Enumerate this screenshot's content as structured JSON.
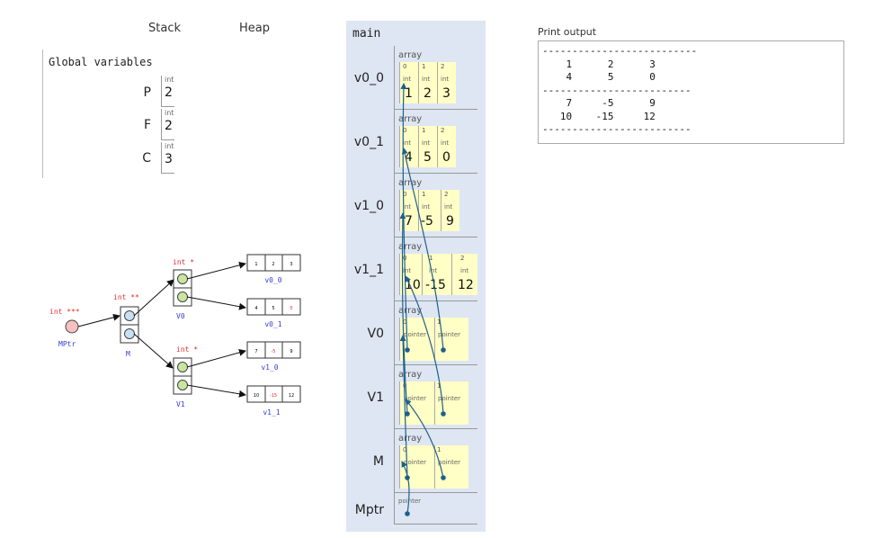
{
  "headers": {
    "stack": "Stack",
    "heap": "Heap",
    "print_output": "Print output"
  },
  "globals": {
    "title": "Global variables",
    "vars": [
      {
        "name": "P",
        "type": "int",
        "value": "2"
      },
      {
        "name": "F",
        "type": "int",
        "value": "2"
      },
      {
        "name": "C",
        "type": "int",
        "value": "3"
      }
    ]
  },
  "diagram": {
    "mptr": {
      "type": "int ***",
      "name": "MPtr"
    },
    "m": {
      "type": "int **",
      "name": "M"
    },
    "v0": {
      "type": "int *",
      "name": "V0"
    },
    "v1": {
      "type": "int *",
      "name": "V1"
    },
    "arrays": [
      {
        "name": "v0_0",
        "values": [
          "1",
          "2",
          "3"
        ]
      },
      {
        "name": "v0_1",
        "values": [
          "4",
          "5",
          "0"
        ]
      },
      {
        "name": "v1_0",
        "values": [
          "7",
          "-5",
          "9"
        ]
      },
      {
        "name": "v1_1",
        "values": [
          "10",
          "-15",
          "12"
        ]
      }
    ]
  },
  "main_frame": {
    "title": "main",
    "vars": [
      {
        "name": "v0_0",
        "label": "array",
        "cells": [
          {
            "idx": "0",
            "type": "int",
            "value": "1"
          },
          {
            "idx": "1",
            "type": "int",
            "value": "2"
          },
          {
            "idx": "2",
            "type": "int",
            "value": "3"
          }
        ]
      },
      {
        "name": "v0_1",
        "label": "array",
        "cells": [
          {
            "idx": "0",
            "type": "int",
            "value": "4"
          },
          {
            "idx": "1",
            "type": "int",
            "value": "5"
          },
          {
            "idx": "2",
            "type": "int",
            "value": "0"
          }
        ]
      },
      {
        "name": "v1_0",
        "label": "array",
        "cells": [
          {
            "idx": "0",
            "type": "int",
            "value": "7"
          },
          {
            "idx": "1",
            "type": "int",
            "value": "-5"
          },
          {
            "idx": "2",
            "type": "int",
            "value": "9"
          }
        ]
      },
      {
        "name": "v1_1",
        "label": "array",
        "cells": [
          {
            "idx": "0",
            "type": "int",
            "value": "10"
          },
          {
            "idx": "1",
            "type": "int",
            "value": "-15"
          },
          {
            "idx": "2",
            "type": "int",
            "value": "12"
          }
        ]
      },
      {
        "name": "V0",
        "label": "array",
        "cells": [
          {
            "idx": "0",
            "type": "pointer",
            "value": ""
          },
          {
            "idx": "1",
            "type": "pointer",
            "value": ""
          }
        ]
      },
      {
        "name": "V1",
        "label": "array",
        "cells": [
          {
            "idx": "0",
            "type": "pointer",
            "value": ""
          },
          {
            "idx": "1",
            "type": "pointer",
            "value": ""
          }
        ]
      },
      {
        "name": "M",
        "label": "array",
        "cells": [
          {
            "idx": "0",
            "type": "pointer",
            "value": ""
          },
          {
            "idx": "1",
            "type": "pointer",
            "value": ""
          }
        ]
      },
      {
        "name": "Mptr",
        "label": "",
        "cells": [
          {
            "idx": "",
            "type": "pointer",
            "value": ""
          }
        ]
      }
    ]
  },
  "output": {
    "lines": [
      "--------------------------",
      "    1      2      3",
      "    4      5      0",
      "-------------------------",
      "    7     -5      9",
      "   10    -15     12",
      "-------------------------"
    ]
  },
  "colors": {
    "frame_bg": "#dde6f2",
    "cell_bg": "#ffffc6",
    "arrow": "#1f5f8b",
    "type_label": "#e03030",
    "name_label": "#3a3ad8",
    "m_node": "#c6e0f4",
    "v_node": "#c8e6a0",
    "mptr_node": "#f8c0c0"
  }
}
